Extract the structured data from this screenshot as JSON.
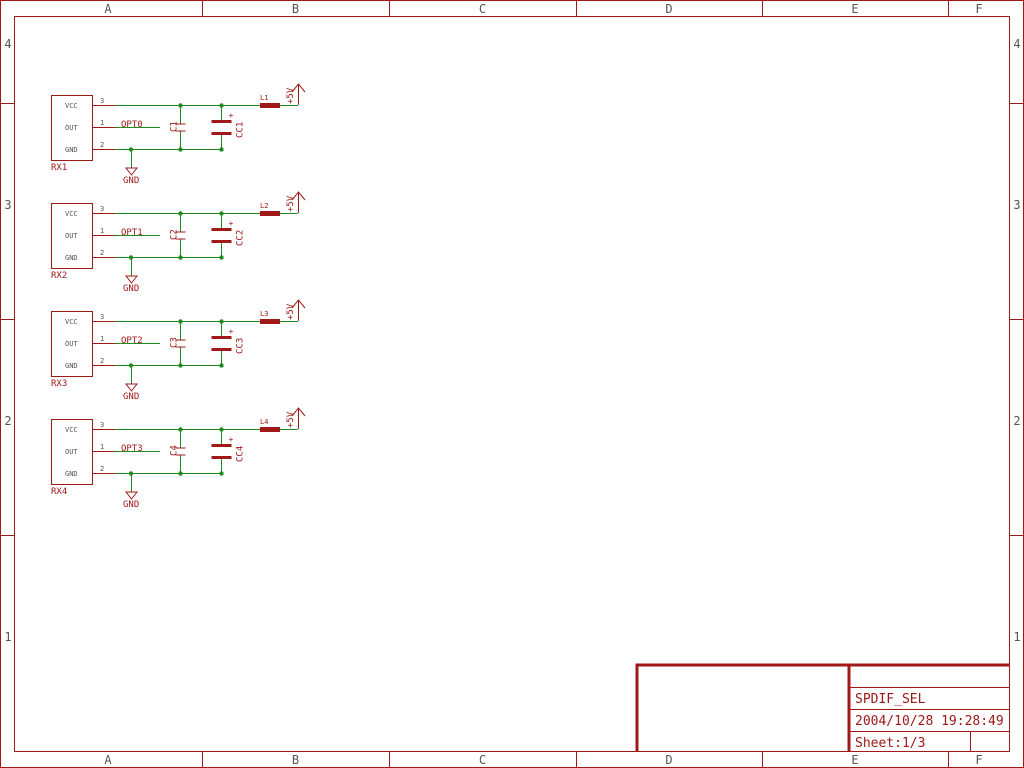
{
  "border": {
    "columns": [
      "A",
      "B",
      "C",
      "D",
      "E",
      "F"
    ],
    "rows": [
      "4",
      "3",
      "2",
      "1"
    ]
  },
  "receivers": [
    {
      "ref": "RX1",
      "signal": "OPT0",
      "cap": "C1",
      "elcap": "CC1",
      "inductor": "L1",
      "supply": "+5V",
      "gnd": "GND",
      "pins": {
        "vcc": "VCC",
        "out": "OUT",
        "gnd": "GND",
        "n_vcc": "3",
        "n_out": "1",
        "n_gnd": "2"
      }
    },
    {
      "ref": "RX2",
      "signal": "OPT1",
      "cap": "C2",
      "elcap": "CC2",
      "inductor": "L2",
      "supply": "+5V",
      "gnd": "GND",
      "pins": {
        "vcc": "VCC",
        "out": "OUT",
        "gnd": "GND",
        "n_vcc": "3",
        "n_out": "1",
        "n_gnd": "2"
      }
    },
    {
      "ref": "RX3",
      "signal": "OPT2",
      "cap": "C3",
      "elcap": "CC3",
      "inductor": "L3",
      "supply": "+5V",
      "gnd": "GND",
      "pins": {
        "vcc": "VCC",
        "out": "OUT",
        "gnd": "GND",
        "n_vcc": "3",
        "n_out": "1",
        "n_gnd": "2"
      }
    },
    {
      "ref": "RX4",
      "signal": "OPT3",
      "cap": "C4",
      "elcap": "CC4",
      "inductor": "L4",
      "supply": "+5V",
      "gnd": "GND",
      "pins": {
        "vcc": "VCC",
        "out": "OUT",
        "gnd": "GND",
        "n_vcc": "3",
        "n_out": "1",
        "n_gnd": "2"
      }
    }
  ],
  "titleblock": {
    "title": "SPDIF_SEL",
    "datetime": "2004/10/28 19:28:49",
    "sheet": "Sheet:1/3"
  },
  "colors": {
    "frame": "#a01818",
    "wire": "#1f8a1f"
  }
}
